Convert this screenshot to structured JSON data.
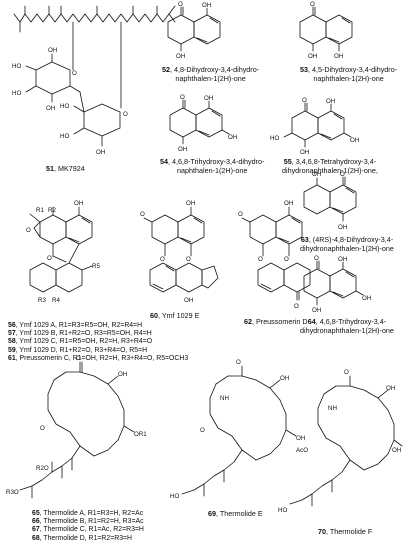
{
  "captions": {
    "c51": {
      "num": "51",
      "name": "MK7924"
    },
    "c52": {
      "num": "52",
      "line1": ", 4,8-Dihydroxy-3,4-dihydro-",
      "line2": "naphthalen-1(2H)-one"
    },
    "c53": {
      "num": "53",
      "line1": "4,5-Dihydroxy-3,4-dihydro-",
      "line2": "naphthalen-1(2H)-one"
    },
    "c54": {
      "num": "54",
      "line1": ", 4,6,8-Trihydroxy-3,4-dihydro-",
      "line2": "naphthalen-1(2H)-one"
    },
    "c55": {
      "num": "55",
      "line1": ", 3,4,6,8-Tetrahydroxy-3,4-",
      "line2": "dihydronaphthalen-1(2H)-one,"
    },
    "c60": {
      "num": "60",
      "name": "Ymf 1029 E"
    },
    "c62": {
      "num": "62",
      "name": "Preussomerin D"
    },
    "c63": {
      "num": "63",
      "line1": ", (4RS)-4,8-Dihydroxy-3,4-",
      "line2": "dihydronaphthalen-1(2H)-one"
    },
    "c64": {
      "num": "64",
      "line1": ", 4,6,8-Trihydroxy-3,4-",
      "line2": "dihydronaphthalen-1(2H)-one"
    },
    "c69": {
      "num": "69",
      "name": "Thermolide E"
    },
    "c70": {
      "num": "70",
      "name": "Thermolide F"
    }
  },
  "ymf_list": [
    {
      "num": "56",
      "text": ", Ymf 1029 A, R1=R3=R5=OH, R2=R4=H"
    },
    {
      "num": "57",
      "text": ", Ymf 1029 B, R1+R2=O, R3=R5=OH, R4=H"
    },
    {
      "num": "58",
      "text": ", Ymf 1029 C, R1=R5=OH, R2=H, R3+R4=O"
    },
    {
      "num": "59",
      "text": ", Ymf 1029 D, R1+R2=O, R3+R4=O, R5=H"
    },
    {
      "num": "61",
      "text": ", Preussomerin C, R1=OH, R2=H, R3+R4=O, R5=OCH3"
    }
  ],
  "thermolide_list": [
    {
      "num": "65",
      "text": ", Thermolide A, R1=R3=H, R2=Ac"
    },
    {
      "num": "66",
      "text": ", Thermolide B, R1=R2=H, R3=Ac"
    },
    {
      "num": "67",
      "text": ", Thermolide C, R1=Ac, R2=R3=H"
    },
    {
      "num": "68",
      "text": ", Thermolide D, R1=R2=R3=H"
    }
  ],
  "atom_labels": {
    "oh": "OH",
    "o": "O",
    "ho": "HO",
    "nh": "NH",
    "oac": "AcO",
    "r1": "R1",
    "r2": "R2",
    "r3": "R3",
    "r4": "R4",
    "r5": "R5",
    "r3o": "R3O",
    "r2o": "R2O",
    "or1": "OR1"
  }
}
